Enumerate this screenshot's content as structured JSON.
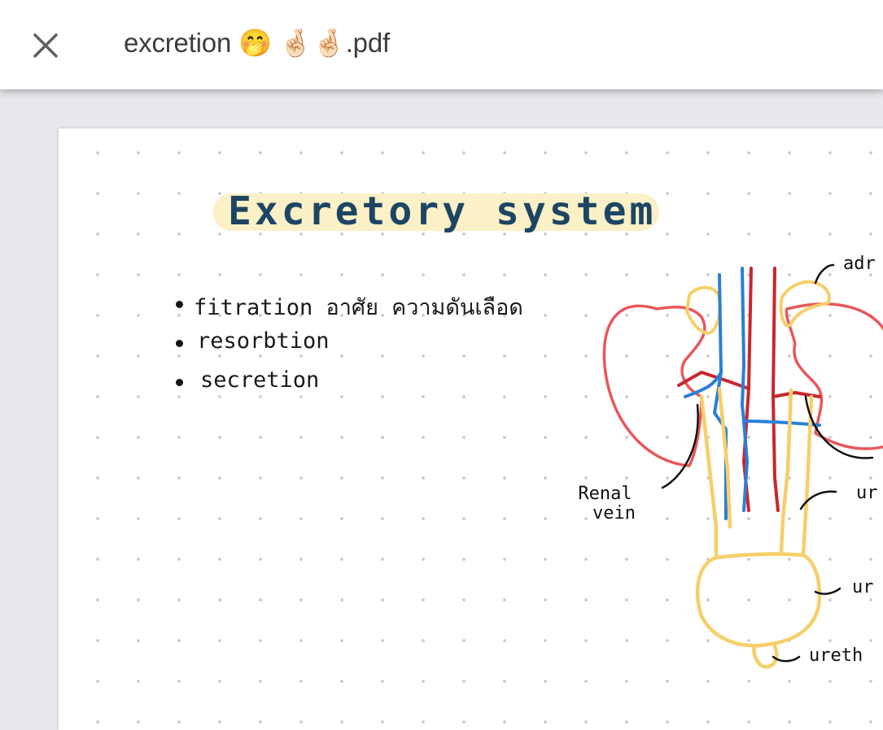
{
  "toolbar": {
    "close_icon": "close-icon",
    "document_title": "excretion 🤭 🤞🏻🤞🏻.pdf"
  },
  "page": {
    "title": "Excretory system",
    "bullets": [
      "fitration  อาศัย ความดันเลือด",
      "resorbtion",
      "secretion"
    ],
    "diagram_labels": {
      "adrenal": "adr",
      "renal_vein": "Renal\nvein",
      "ureter": "ur",
      "bladder": "ur",
      "urethra": "ureth"
    },
    "colors": {
      "kidney": "#e8575a",
      "artery": "#c8262e",
      "vein": "#2a7fd8",
      "ureter": "#f6cf6a",
      "title_highlight": "#fbf0c6",
      "title_ink": "#1d4664"
    }
  }
}
